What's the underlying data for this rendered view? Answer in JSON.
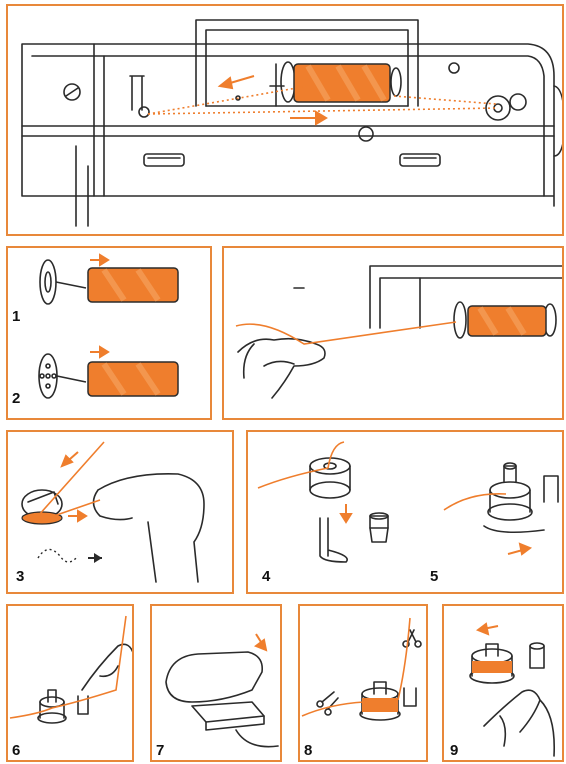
{
  "colors": {
    "frame": "#e8883a",
    "thread": "#ef7e2d",
    "line": "#2b2b2b",
    "spool_light": "#f6a15c"
  },
  "steps": {
    "s1": "1",
    "s2": "2",
    "s3": "3",
    "s4": "4",
    "s5": "5",
    "s6": "6",
    "s7": "7",
    "s8": "8",
    "s9": "9"
  }
}
